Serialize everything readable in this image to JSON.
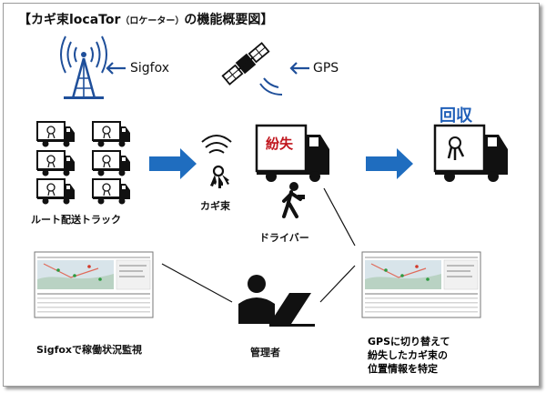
{
  "title": {
    "main": "【カギ束locaTor",
    "reading": "（ロケーター）",
    "rest": "の機能概要図】"
  },
  "labels": {
    "sigfox": "Sigfox",
    "gps": "GPS",
    "route_trucks": "ルート配送トラック",
    "keys": "カギ束",
    "lost": "紛失",
    "driver": "ドライバー",
    "recovered": "回収",
    "manager": "管理者",
    "left_screen": "Sigfoxで稼働状況監視",
    "right_screen": [
      "GPSに切り替えて",
      "紛失したカギ束の",
      "位置情報を特定"
    ]
  },
  "colors": {
    "arrow": "#1f6dbf",
    "lost_red": "#c0151d",
    "recovered_blue": "#1f5fb8"
  },
  "icons": [
    "antenna-tower-icon",
    "satellite-icon",
    "truck-icon",
    "keys-icon",
    "walking-person-icon",
    "person-laptop-icon",
    "map-screen-icon"
  ]
}
